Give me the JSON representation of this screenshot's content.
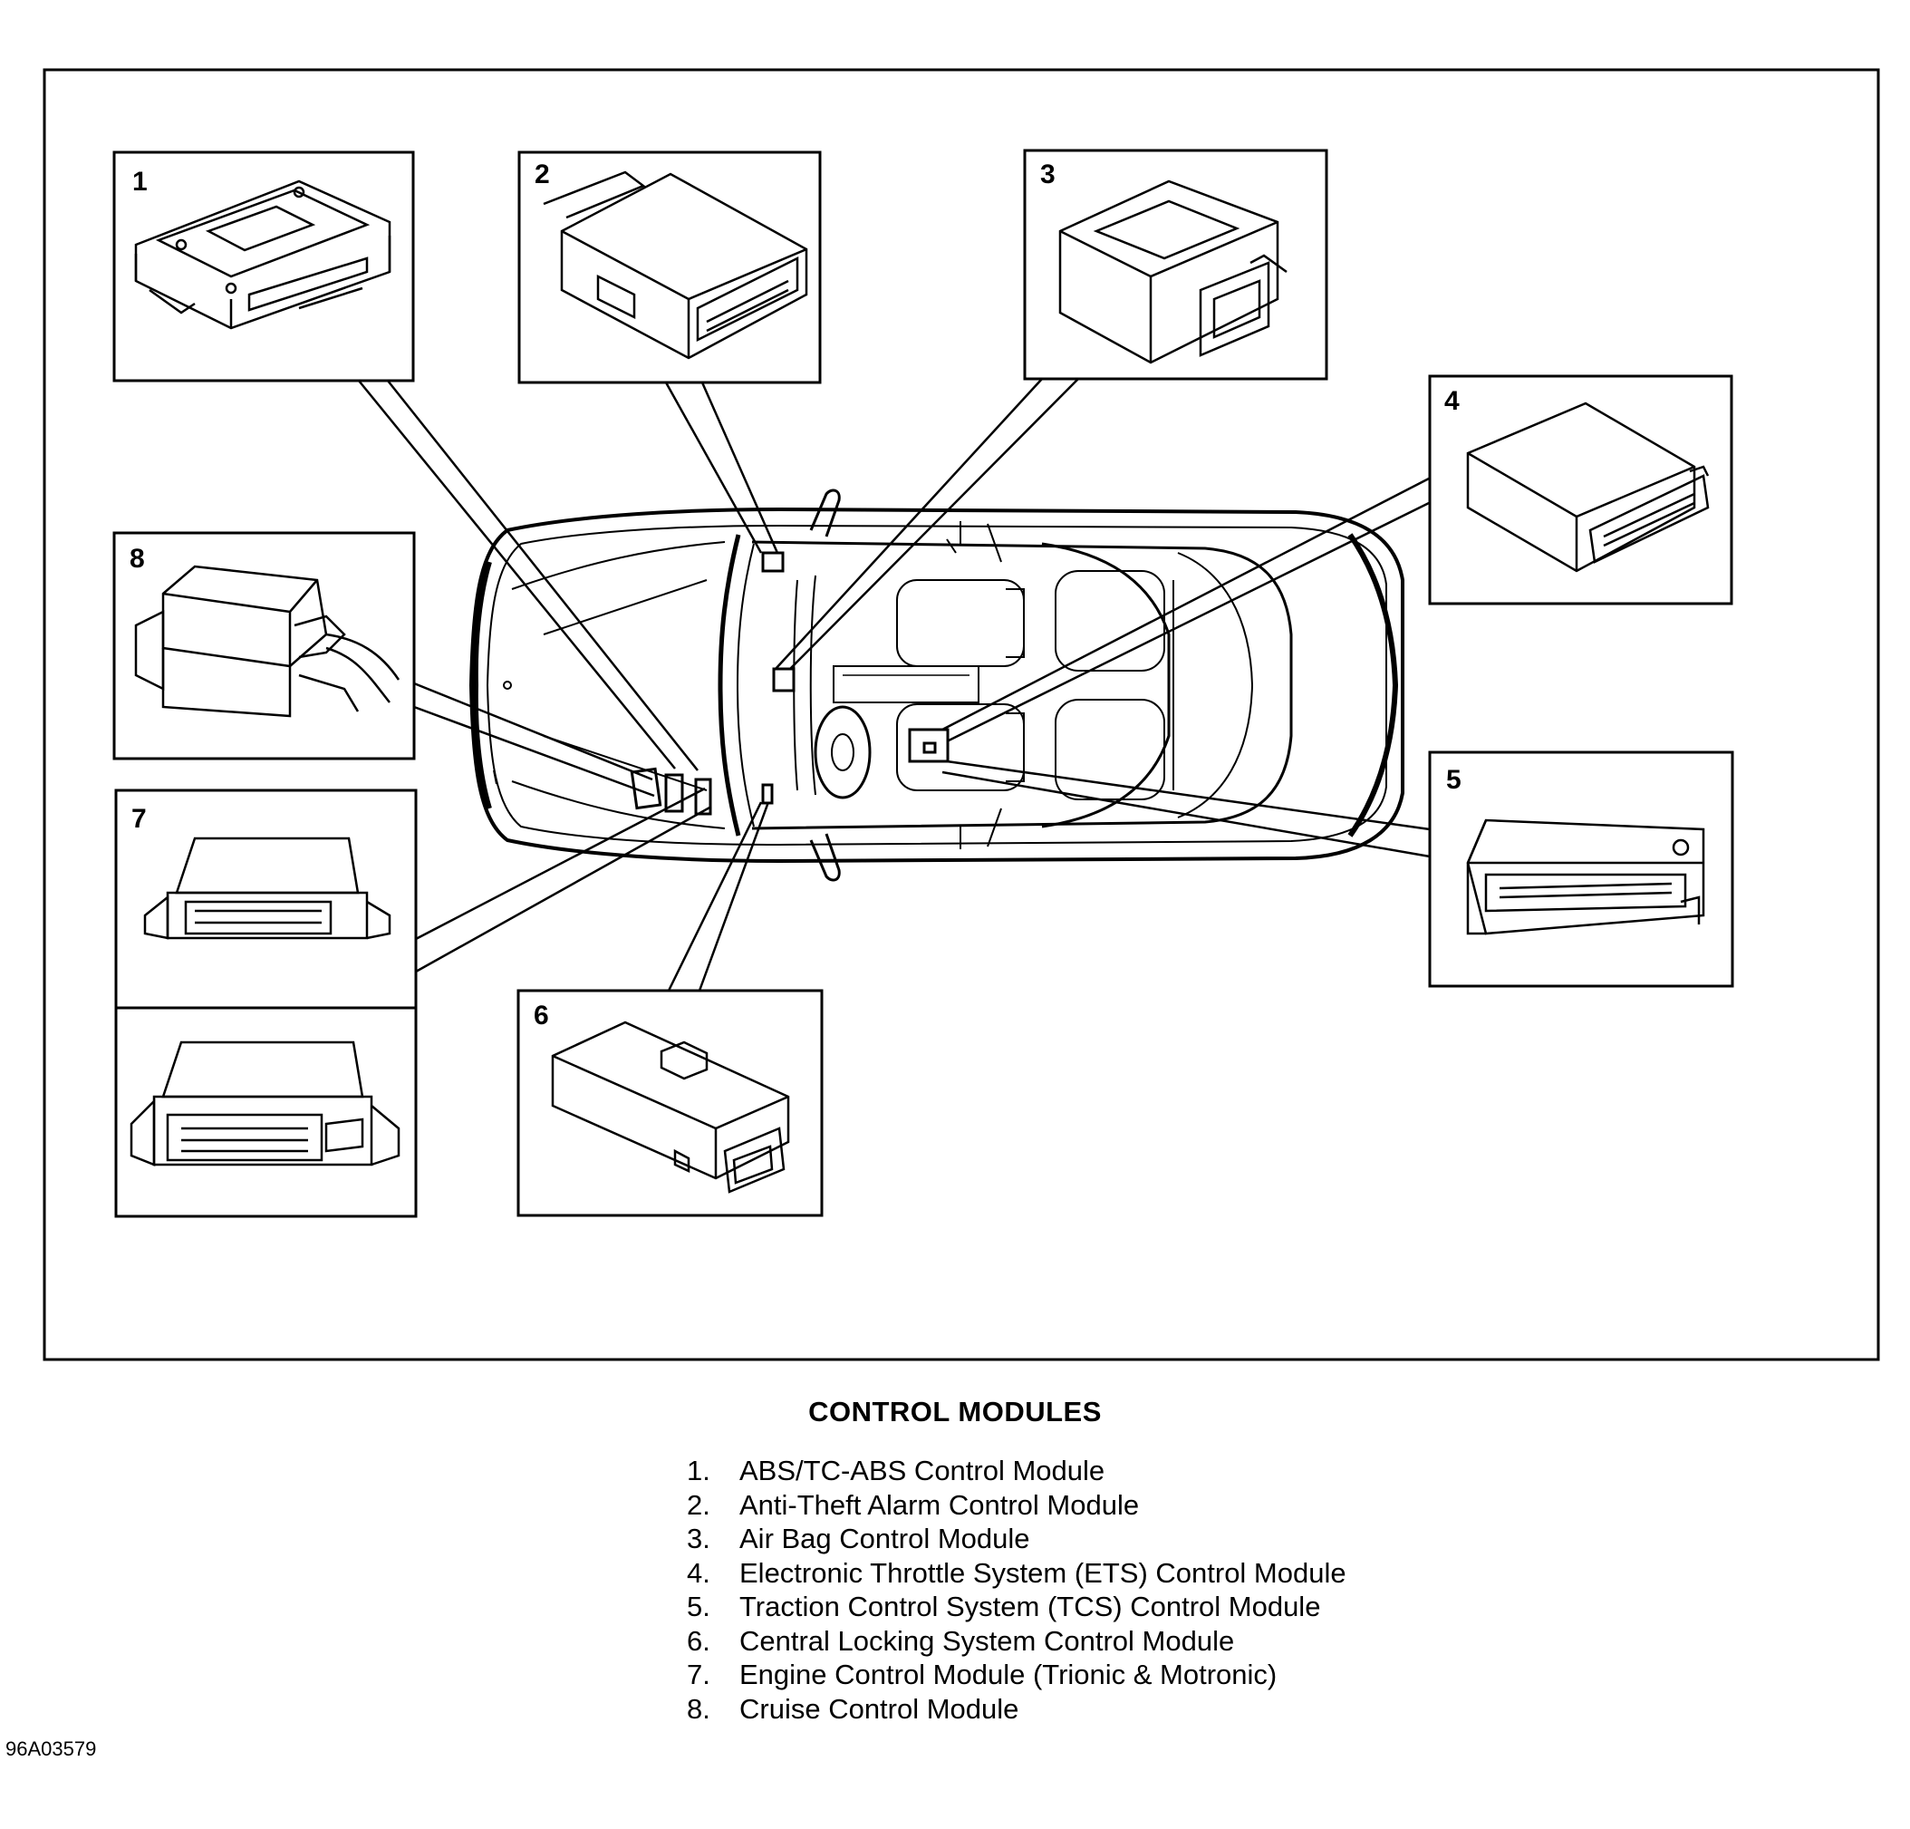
{
  "callouts": [
    "1",
    "2",
    "3",
    "4",
    "5",
    "6",
    "7",
    "8"
  ],
  "caption": {
    "title": "CONTROL MODULES",
    "items": [
      {
        "number": "1.",
        "label": "ABS/TC-ABS Control Module"
      },
      {
        "number": "2.",
        "label": "Anti-Theft Alarm Control Module"
      },
      {
        "number": "3.",
        "label": "Air Bag Control Module"
      },
      {
        "number": "4.",
        "label": "Electronic Throttle System (ETS) Control Module"
      },
      {
        "number": "5.",
        "label": "Traction Control System (TCS) Control Module"
      },
      {
        "number": "6.",
        "label": "Central Locking System Control Module"
      },
      {
        "number": "7.",
        "label": "Engine Control Module (Trionic & Motronic)"
      },
      {
        "number": "8.",
        "label": "Cruise Control Module"
      }
    ]
  },
  "figure_code": "96A03579"
}
